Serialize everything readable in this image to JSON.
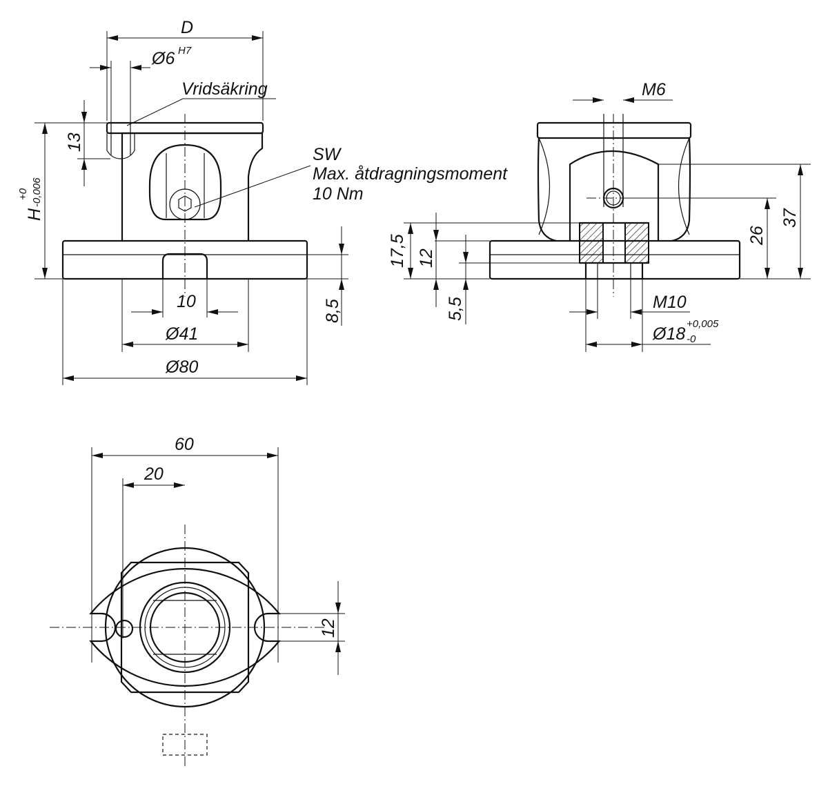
{
  "dimensions": {
    "d": "D",
    "d6": "Ø6",
    "h7": "H7",
    "vridsakring": "Vridsäkring",
    "n13": "13",
    "h": "H",
    "h_upper": "+0",
    "h_lower": "-0,006",
    "sw": "SW",
    "max_torque": "Max. åtdragningsmoment",
    "torque_value": "10 Nm",
    "n10": "10",
    "d41": "Ø41",
    "d80": "Ø80",
    "n8_5": "8,5",
    "m6": "M6",
    "n17_5": "17,5",
    "n12_side": "12",
    "n5_5": "5,5",
    "n26": "26",
    "n37": "37",
    "m10": "M10",
    "d18": "Ø18",
    "d18_upper": "+0,005",
    "d18_lower": "-0",
    "n60": "60",
    "n20": "20",
    "n12_top": "12"
  }
}
